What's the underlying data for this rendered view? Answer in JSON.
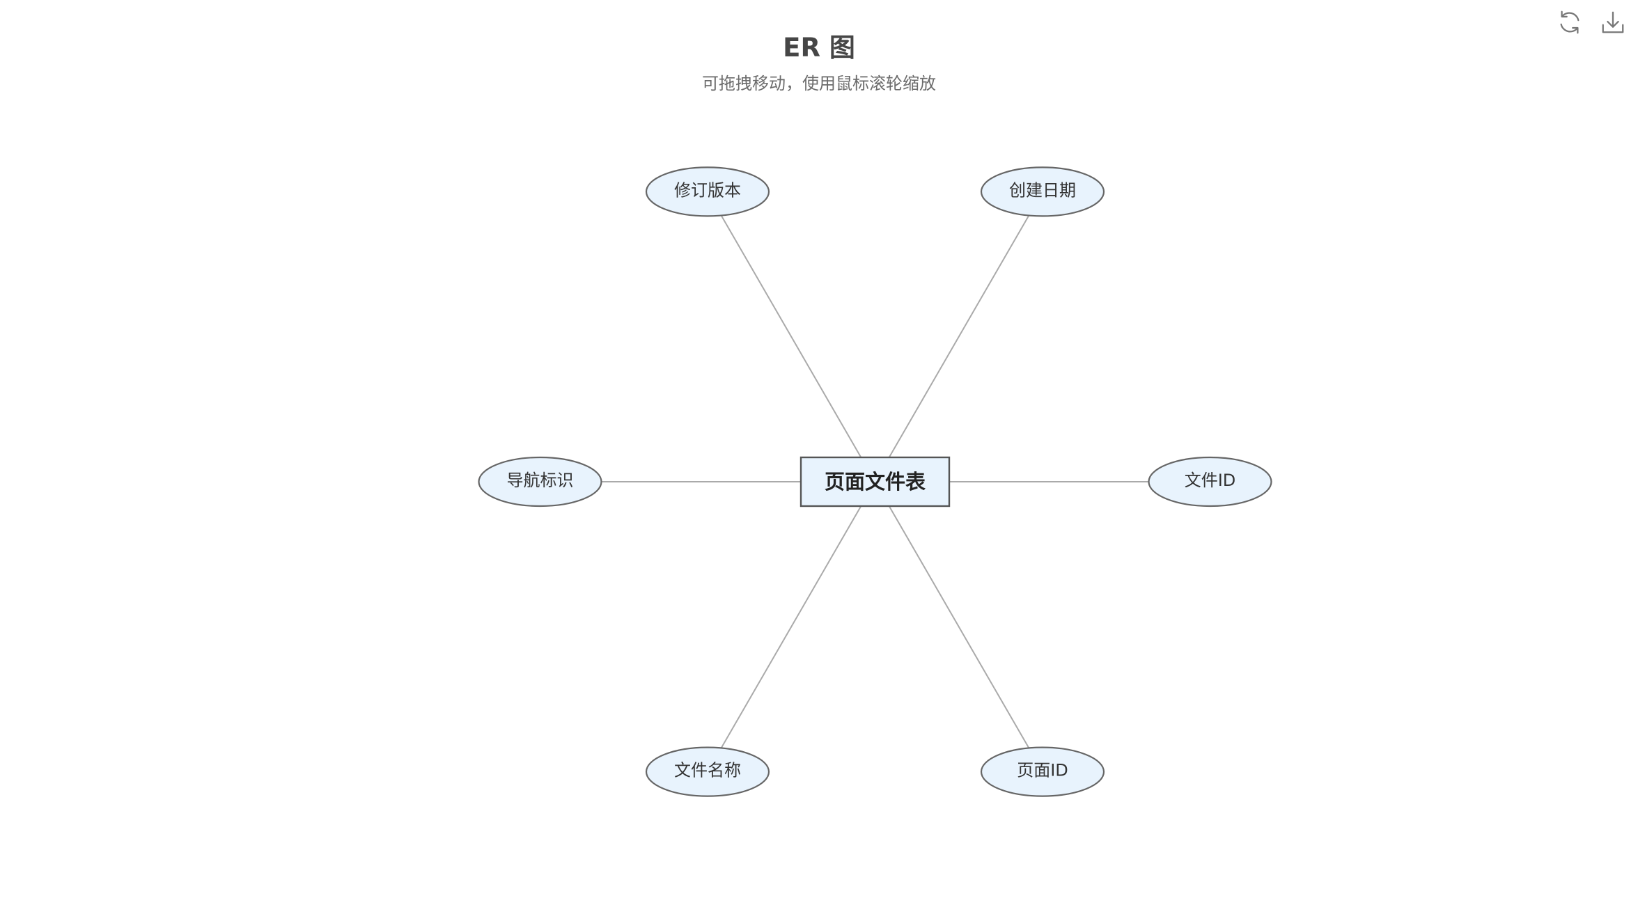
{
  "header": {
    "title": "ER 图",
    "subtitle": "可拖拽移动，使用鼠标滚轮缩放"
  },
  "toolbar": {
    "refresh_icon": "refresh-icon",
    "download_icon": "download-icon"
  },
  "diagram": {
    "entity": {
      "label": "页面文件表"
    },
    "attributes": [
      {
        "id": "revision",
        "label": "修订版本"
      },
      {
        "id": "created-date",
        "label": "创建日期"
      },
      {
        "id": "nav-flag",
        "label": "导航标识"
      },
      {
        "id": "file-id",
        "label": "文件ID"
      },
      {
        "id": "file-name",
        "label": "文件名称"
      },
      {
        "id": "page-id",
        "label": "页面ID"
      }
    ],
    "colors": {
      "node_fill": "#e8f3fd",
      "entity_border": "#555555",
      "attribute_border": "#666666",
      "edge": "#aaaaaa",
      "title": "#464646",
      "subtitle": "#6b6b6b"
    }
  }
}
